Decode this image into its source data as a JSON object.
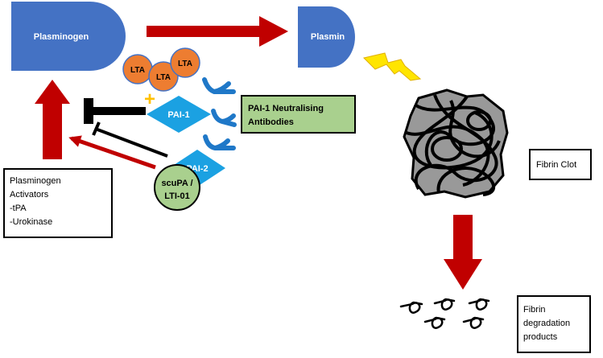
{
  "diagram": {
    "plasminogen": {
      "label": "Plasminogen"
    },
    "plasmin": {
      "label": "Plasmin"
    },
    "lta": {
      "labels": [
        "LTA",
        "LTA",
        "LTA"
      ]
    },
    "pai1": {
      "label": "PAI-1"
    },
    "pai2": {
      "label": "PAI-2"
    },
    "antibodies": {
      "line1": "PAI-1 Neutralising",
      "line2": "Antibodies"
    },
    "scupa": {
      "line1": "scuPA /",
      "line2": "LTI-01"
    },
    "activators": {
      "lines": [
        "Plasminogen",
        "Activators",
        "-tPA",
        "-Urokinase"
      ]
    },
    "fibrin_clot": {
      "label": "Fibrin Clot"
    },
    "degradation": {
      "lines": [
        "Fibrin",
        "degradation",
        "products"
      ]
    },
    "plus_sign": "+",
    "colors": {
      "blue_shape": "#4472c4",
      "red_arrow": "#c00000",
      "orange_lta": "#ed7d31",
      "cyan_pai": "#1ba1e2",
      "green": "#a9d08e",
      "plus": "#ffc000",
      "lightning": "#ffe500",
      "clot_fill": "#999999"
    }
  }
}
